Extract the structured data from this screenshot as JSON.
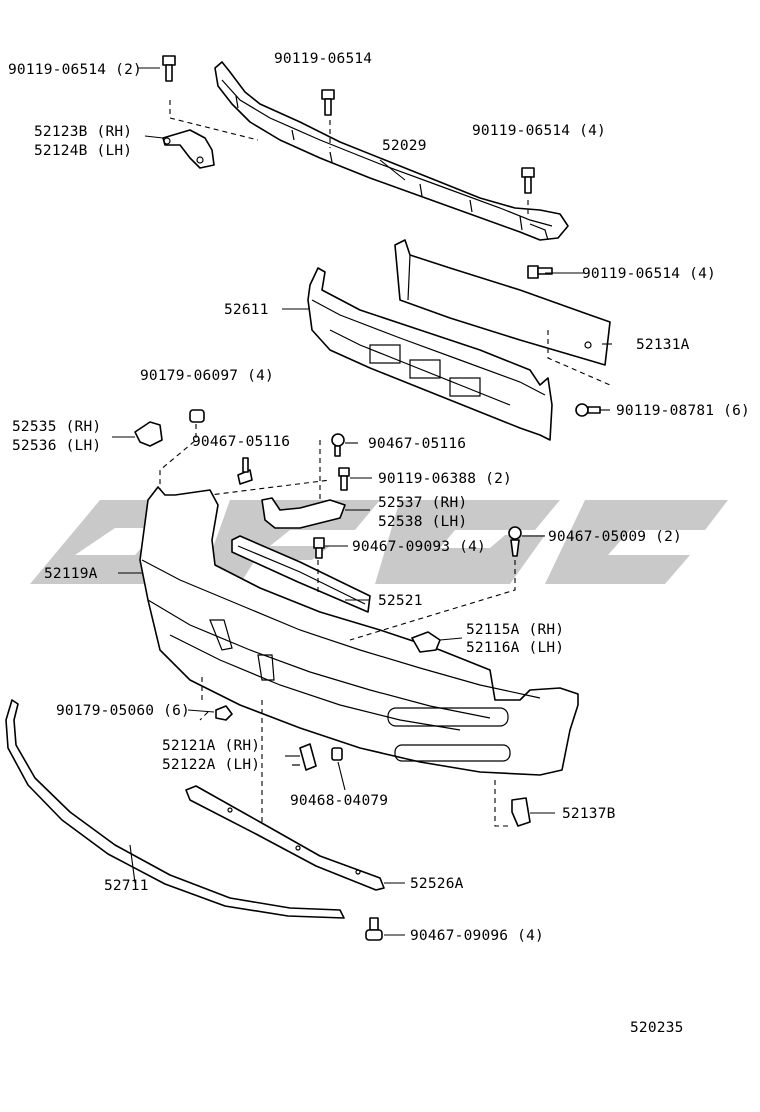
{
  "labels": {
    "p_90119_06514_2": "90119-06514 (2)",
    "p_90119_06514_top": "90119-06514",
    "p_52123b": "52123B (RH)",
    "p_52124b": "52124B (LH)",
    "p_52029": "52029",
    "p_90119_06514_4a": "90119-06514 (4)",
    "p_90119_06514_4b": "90119-06514 (4)",
    "p_52611": "52611",
    "p_52131a": "52131A",
    "p_90179_06097": "90179-06097 (4)",
    "p_90119_08781": "90119-08781 (6)",
    "p_52535": "52535 (RH)",
    "p_52536": "52536 (LH)",
    "p_90467_05116_a": "90467-05116",
    "p_90467_05116_b": "90467-05116",
    "p_90119_06388": "90119-06388 (2)",
    "p_52537": "52537 (RH)",
    "p_52538": "52538 (LH)",
    "p_90467_05009": "90467-05009 (2)",
    "p_52119a": "52119A",
    "p_90467_09093": "90467-09093 (4)",
    "p_52521": "52521",
    "p_52115a": "52115A (RH)",
    "p_52116a": "52116A (LH)",
    "p_90179_05060": "90179-05060 (6)",
    "p_52121a": "52121A (RH)",
    "p_52122a": "52122A (LH)",
    "p_90468_04079": "90468-04079",
    "p_52137b": "52137B",
    "p_52711": "52711",
    "p_52526a": "52526A",
    "p_90467_09096": "90467-09096 (4)",
    "figure_code": "520235"
  },
  "colors": {
    "ink": "#000000",
    "paper": "#ffffff",
    "watermark": "#c9c9c9"
  }
}
